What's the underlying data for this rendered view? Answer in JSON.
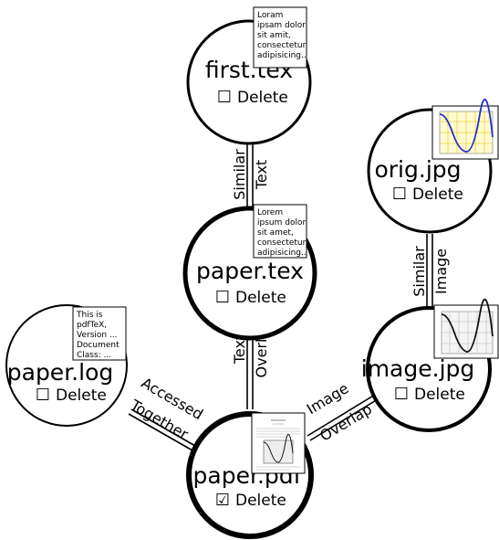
{
  "files": {
    "first_tex": {
      "name": "first.tex",
      "delete_label": "Delete",
      "checked": false,
      "preview": [
        "Loram",
        "ipsam dolor",
        "sit amit,",
        "consectetur",
        "adipisicing.."
      ]
    },
    "paper_tex": {
      "name": "paper.tex",
      "delete_label": "Delete",
      "checked": false,
      "preview": [
        "Lorem",
        "ipsum dolor",
        "sit amet,",
        "consectetur",
        "adipisicing.."
      ]
    },
    "orig_jpg": {
      "name": "orig.jpg",
      "delete_label": "Delete",
      "checked": false
    },
    "image_jpg": {
      "name": "image.jpg",
      "delete_label": "Delete",
      "checked": false
    },
    "paper_log": {
      "name": "paper.log",
      "delete_label": "Delete",
      "checked": false,
      "preview": [
        "This is",
        "pdfTeX,",
        "Version ...",
        "Document",
        "Class: ..."
      ]
    },
    "paper_pdf": {
      "name": "paper.pdf",
      "delete_label": "Delete",
      "checked": true
    }
  },
  "relations": {
    "first_paper_tex": {
      "line1": "Similar",
      "line2": "Text"
    },
    "orig_image_jpg": {
      "line1": "Similar",
      "line2": "Image"
    },
    "paper_tex_pdf": {
      "line1": "Text",
      "line2": "Overlap"
    },
    "log_pdf": {
      "line1": "Accessed",
      "line2": "Together"
    },
    "image_pdf": {
      "line1": "Image",
      "line2": "Overlap"
    }
  },
  "checkbox_glyphs": {
    "unchecked": "☐",
    "checked": "☑"
  }
}
